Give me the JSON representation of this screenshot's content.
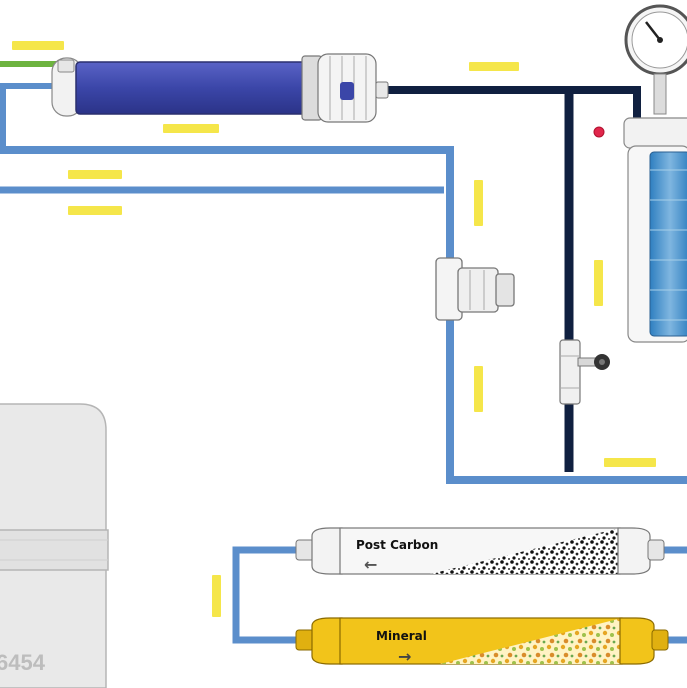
{
  "diagram": {
    "colors": {
      "blue_pipe": "#5b8ecb",
      "navy_pipe": "#102040",
      "green_pipe": "#6db33f",
      "membrane_blue": "#3b46a8",
      "label_bg": "#f5e64a",
      "mineral_yellow": "#f2c41a",
      "post_carbon_gray": "#e8e8e8",
      "gauge_red_dot": "#e0264b",
      "tank_gray": "#e6e6e6"
    },
    "filters": {
      "post_carbon": {
        "label": "Post Carbon",
        "arrow": "←"
      },
      "mineral": {
        "label": "Mineral",
        "arrow": "→"
      }
    },
    "tank": {
      "code": "6454"
    },
    "icons": [
      "pressure-gauge-icon",
      "valve-icon",
      "check-valve-icon",
      "membrane-housing-icon",
      "storage-tank-icon"
    ]
  }
}
